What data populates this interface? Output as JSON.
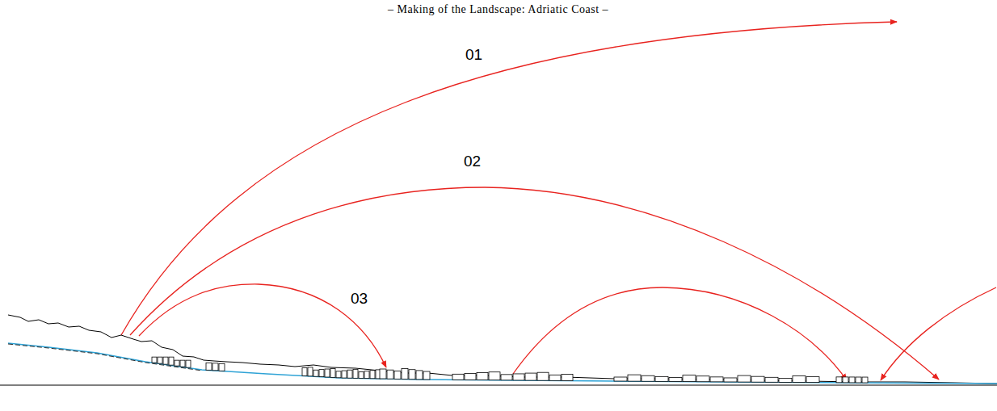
{
  "diagram": {
    "title": "– Making of the Landscape: Adriatic Coast –",
    "labels": [
      "01",
      "02",
      "03"
    ]
  }
}
